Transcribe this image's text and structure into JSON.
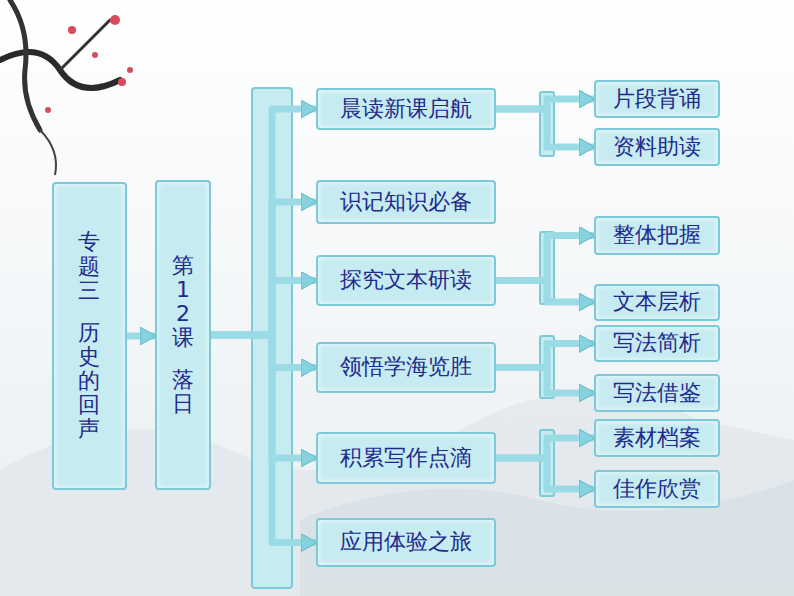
{
  "diagram": {
    "nodes": [
      {
        "text": [
          "专题三",
          "历史的回声"
        ]
      },
      {
        "text": [
          "第12课",
          "落日"
        ]
      },
      {
        "text": [
          "晨读新课启航"
        ]
      },
      {
        "text": [
          "识记知识必备"
        ]
      },
      {
        "text": [
          "探究文本研读"
        ]
      },
      {
        "text": [
          "领悟学海览胜"
        ]
      },
      {
        "text": [
          "积累写作点滴"
        ]
      },
      {
        "text": [
          "应用体验之旅"
        ]
      },
      {
        "text": [
          "片段背诵"
        ]
      },
      {
        "text": [
          "资料助读"
        ]
      },
      {
        "text": [
          "整体把握"
        ]
      },
      {
        "text": [
          "文本层析"
        ]
      },
      {
        "text": [
          "写法简析"
        ]
      },
      {
        "text": [
          "写法借鉴"
        ]
      },
      {
        "text": [
          "素材档案"
        ]
      },
      {
        "text": [
          "佳作欣赏"
        ]
      }
    ],
    "edges": [
      {
        "from": 0,
        "to": 1,
        "arrow": "to"
      },
      {
        "from": 1,
        "to": 2,
        "arrow": "to"
      },
      {
        "from": 1,
        "to": 3,
        "arrow": "to"
      },
      {
        "from": 1,
        "to": 4,
        "arrow": "to"
      },
      {
        "from": 1,
        "to": 5,
        "arrow": "to"
      },
      {
        "from": 1,
        "to": 6,
        "arrow": "to"
      },
      {
        "from": 1,
        "to": 7,
        "arrow": "to"
      },
      {
        "from": 2,
        "to": 8,
        "arrow": "to"
      },
      {
        "from": 2,
        "to": 9,
        "arrow": "to"
      },
      {
        "from": 4,
        "to": 10,
        "arrow": "to"
      },
      {
        "from": 4,
        "to": 11,
        "arrow": "to"
      },
      {
        "from": 5,
        "to": 12,
        "arrow": "to"
      },
      {
        "from": 5,
        "to": 13,
        "arrow": "to"
      },
      {
        "from": 6,
        "to": 14,
        "arrow": "to"
      },
      {
        "from": 6,
        "to": 15,
        "arrow": "to"
      }
    ]
  }
}
